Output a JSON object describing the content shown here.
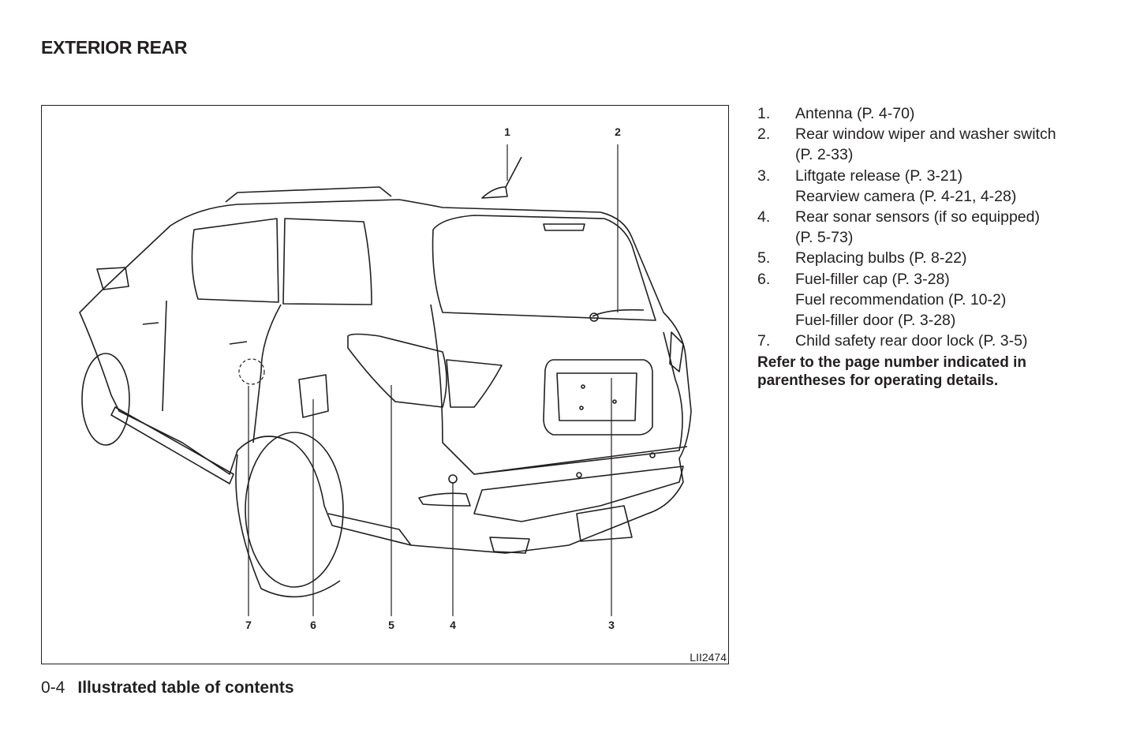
{
  "header": {
    "title": "EXTERIOR REAR"
  },
  "figure": {
    "id": "LII2474",
    "callouts": [
      "1",
      "2",
      "3",
      "4",
      "5",
      "6",
      "7"
    ]
  },
  "items": [
    {
      "num": "1.",
      "lines": [
        "Antenna (P. 4-70)"
      ]
    },
    {
      "num": "2.",
      "lines": [
        "Rear window wiper and washer switch",
        "(P. 2-33)"
      ]
    },
    {
      "num": "3.",
      "lines": [
        "Liftgate release (P. 3-21)",
        "Rearview camera (P. 4-21, 4-28)"
      ]
    },
    {
      "num": "4.",
      "lines": [
        "Rear sonar sensors (if so equipped)",
        "(P. 5-73)"
      ]
    },
    {
      "num": "5.",
      "lines": [
        "Replacing bulbs (P. 8-22)"
      ]
    },
    {
      "num": "6.",
      "lines": [
        "Fuel-filler cap (P. 3-28)",
        "Fuel recommendation (P. 10-2)",
        "Fuel-filler door (P. 3-28)"
      ]
    },
    {
      "num": "7.",
      "lines": [
        "Child safety rear door lock (P. 3-5)"
      ]
    }
  ],
  "note": "Refer to the page number indicated in parentheses for operating details.",
  "footer": {
    "page": "0-4",
    "section": "Illustrated table of contents"
  }
}
